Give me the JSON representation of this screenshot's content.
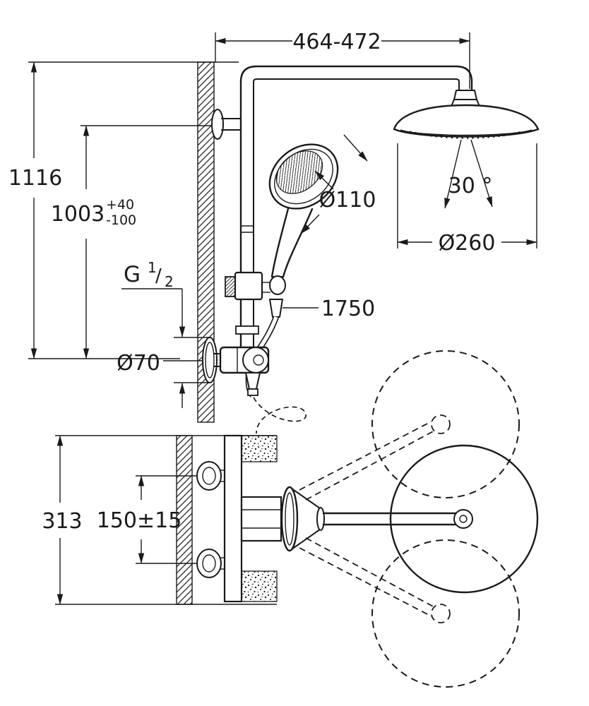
{
  "meta": {
    "background": "#ffffff",
    "line_color": "#1a1a1a",
    "drawing_type": "shower-system-installation-dimensions"
  },
  "dims": {
    "top_width": "464-472",
    "overall_height": "1116",
    "riser_height": "1003",
    "riser_tol_plus": "+40",
    "riser_tol_minus": "-100",
    "thread_prefix": "G",
    "thread_numerator": "1",
    "thread_slash": "/",
    "thread_denominator": "2",
    "escutcheon_diameter": "Ø70",
    "hand_shower_diameter": "Ø110",
    "spray_angle": "30 °",
    "head_shower_diameter": "Ø260",
    "hose_length": "1750",
    "mount_depth": "313",
    "supply_spacing": "150±15"
  }
}
